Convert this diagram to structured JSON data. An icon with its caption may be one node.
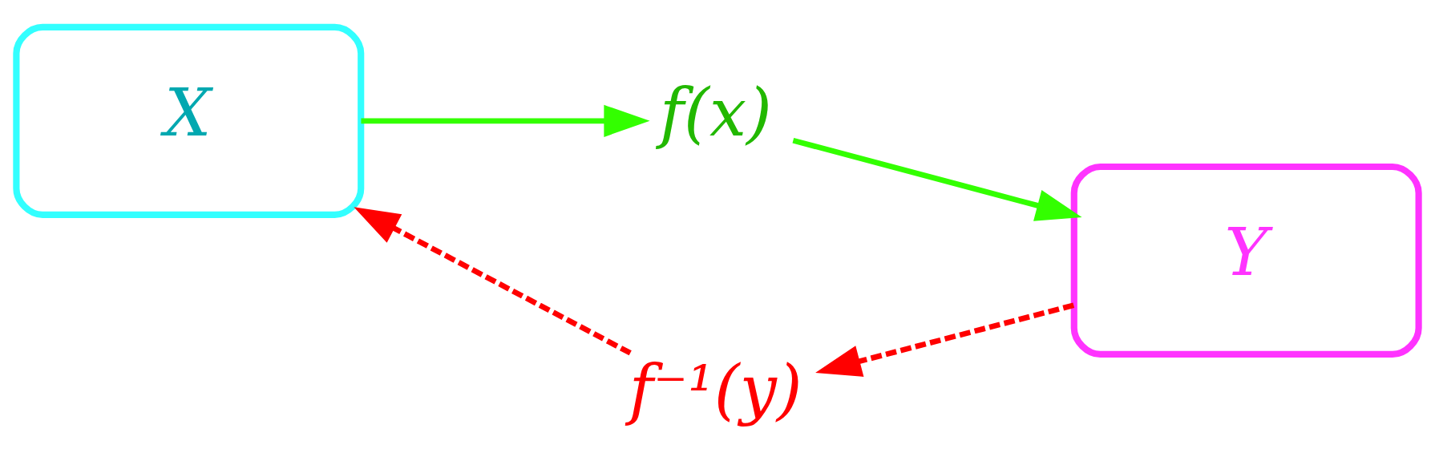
{
  "diagram": {
    "nodes": [
      {
        "text": [
          "X"
        ]
      },
      {
        "text": [
          "f(x)"
        ]
      },
      {
        "text": [
          "Y"
        ]
      },
      {
        "text": [
          "f⁻¹(y)"
        ]
      }
    ],
    "edges": [
      {
        "from": 0,
        "to": 1,
        "arrow": "to",
        "color": "#33ff00"
      },
      {
        "from": 1,
        "to": 2,
        "arrow": "to",
        "color": "#33ff00"
      },
      {
        "from": 2,
        "to": 3,
        "arrow": "to",
        "style": "dashed",
        "color": "#ff0000"
      },
      {
        "from": 3,
        "to": 0,
        "arrow": "to",
        "style": "dashed",
        "color": "#ff0000"
      }
    ]
  }
}
